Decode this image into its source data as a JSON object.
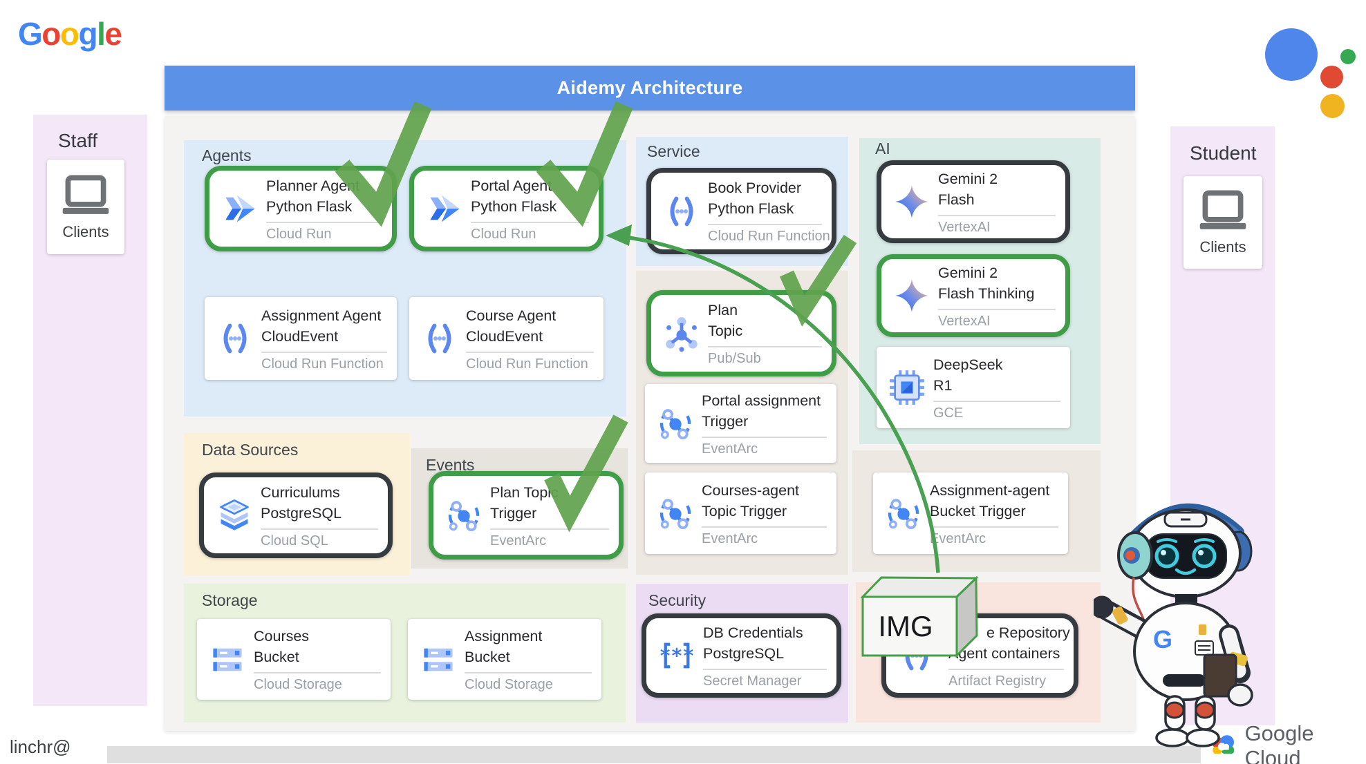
{
  "header": {
    "title": "Aidemy Architecture"
  },
  "brand": {
    "name": "Google",
    "letters": [
      {
        "ch": "G",
        "color": "#4285F4"
      },
      {
        "ch": "o",
        "color": "#EA4335"
      },
      {
        "ch": "o",
        "color": "#FBBC05"
      },
      {
        "ch": "g",
        "color": "#4285F4"
      },
      {
        "ch": "l",
        "color": "#34A853"
      },
      {
        "ch": "e",
        "color": "#EA4335"
      }
    ]
  },
  "actors": {
    "staff": {
      "label": "Staff",
      "client": "Clients"
    },
    "student": {
      "label": "Student",
      "client": "Clients"
    }
  },
  "section_labels": {
    "agents": "Agents",
    "service": "Service",
    "ai": "AI",
    "data_sources": "Data Sources",
    "events": "Events",
    "storage": "Storage",
    "security": "Security"
  },
  "cards": {
    "planner": {
      "line1": "Planner Agent",
      "line2": "Python Flask",
      "sub": "Cloud Run",
      "icon": "cloud-run-icon",
      "border": "green"
    },
    "portal": {
      "line1": "Portal Agent",
      "line2": "Python Flask",
      "sub": "Cloud Run",
      "icon": "cloud-run-icon",
      "border": "green"
    },
    "assignment_agent": {
      "line1": "Assignment Agent",
      "line2": "CloudEvent",
      "sub": "Cloud Run Function",
      "icon": "cloud-functions-icon",
      "border": "none"
    },
    "course_agent": {
      "line1": "Course Agent",
      "line2": "CloudEvent",
      "sub": "Cloud Run Function",
      "icon": "cloud-functions-icon",
      "border": "none"
    },
    "book_provider": {
      "line1": "Book Provider",
      "line2": "Python Flask",
      "sub": "Cloud Run Function",
      "icon": "cloud-functions-icon",
      "border": "dark"
    },
    "plan_topic": {
      "line1": "Plan",
      "line2": "Topic",
      "sub": "Pub/Sub",
      "icon": "pubsub-icon",
      "border": "green"
    },
    "portal_assignment": {
      "line1": "Portal assignment",
      "line2": "Trigger",
      "sub": "EventArc",
      "icon": "eventarc-icon",
      "border": "none"
    },
    "courses_agent": {
      "line1": "Courses-agent",
      "line2": "Topic Trigger",
      "sub": "EventArc",
      "icon": "eventarc-icon",
      "border": "none"
    },
    "gemini_flash": {
      "line1": "Gemini 2",
      "line2": "Flash",
      "sub": "VertexAI",
      "icon": "gemini-icon",
      "border": "dark"
    },
    "gemini_thinking": {
      "line1": "Gemini 2",
      "line2": "Flash Thinking",
      "sub": "VertexAI",
      "icon": "gemini-icon",
      "border": "green"
    },
    "deepseek": {
      "line1": "DeepSeek",
      "line2": "R1",
      "sub": "GCE",
      "icon": "chip-icon",
      "border": "none"
    },
    "curriculums": {
      "line1": "Curriculums",
      "line2": "PostgreSQL",
      "sub": "Cloud SQL",
      "icon": "cloud-sql-icon",
      "border": "dark"
    },
    "plan_topic_trigger": {
      "line1": "Plan Topic",
      "line2": "Trigger",
      "sub": "EventArc",
      "icon": "eventarc-icon",
      "border": "green"
    },
    "bucket_trigger": {
      "line1": "Assignment-agent",
      "line2": "Bucket Trigger",
      "sub": "EventArc",
      "icon": "eventarc-icon",
      "border": "none"
    },
    "courses_bucket": {
      "line1": "Courses",
      "line2": "Bucket",
      "sub": "Cloud Storage",
      "icon": "cloud-storage-icon",
      "border": "none"
    },
    "assignment_bucket": {
      "line1": "Assignment",
      "line2": "Bucket",
      "sub": "Cloud Storage",
      "icon": "cloud-storage-icon",
      "border": "none"
    },
    "db_credentials": {
      "line1": "DB Credentials",
      "line2": "PostgreSQL",
      "sub": "Secret Manager",
      "icon": "secret-manager-icon",
      "border": "dark"
    },
    "repository": {
      "line1": "e Repository",
      "line2": "Agent containers",
      "sub": "Artifact Registry",
      "icon": "artifact-registry-icon",
      "border": "dark"
    }
  },
  "img_box": {
    "label": "IMG"
  },
  "annotations": {
    "checkmarks_on": [
      "planner",
      "portal",
      "plan_topic",
      "plan_topic_trigger"
    ],
    "arrow": "img-box-to-portal-agent"
  },
  "footer": {
    "author": "linchr@",
    "brand": "Google Cloud"
  },
  "colors": {
    "header_bg": "#5b92e8",
    "main_bg": "#f4f3f1",
    "agents_bg": "#ddeaf8",
    "ai_bg": "#d9ebe6",
    "beige_bg": "#eee8e2",
    "cream_bg": "#fbf1d9",
    "events_bg": "#e7e3dd",
    "storage_bg": "#e8f2dd",
    "security_bg": "#ebdcf3",
    "registry_bg": "#fae4de",
    "actor_bg": "#f4e7f7",
    "green_accent": "#3f9d47",
    "check_green": "#61a24d",
    "dark_border": "#363b40",
    "footer_bar": "#dfdfdf"
  }
}
